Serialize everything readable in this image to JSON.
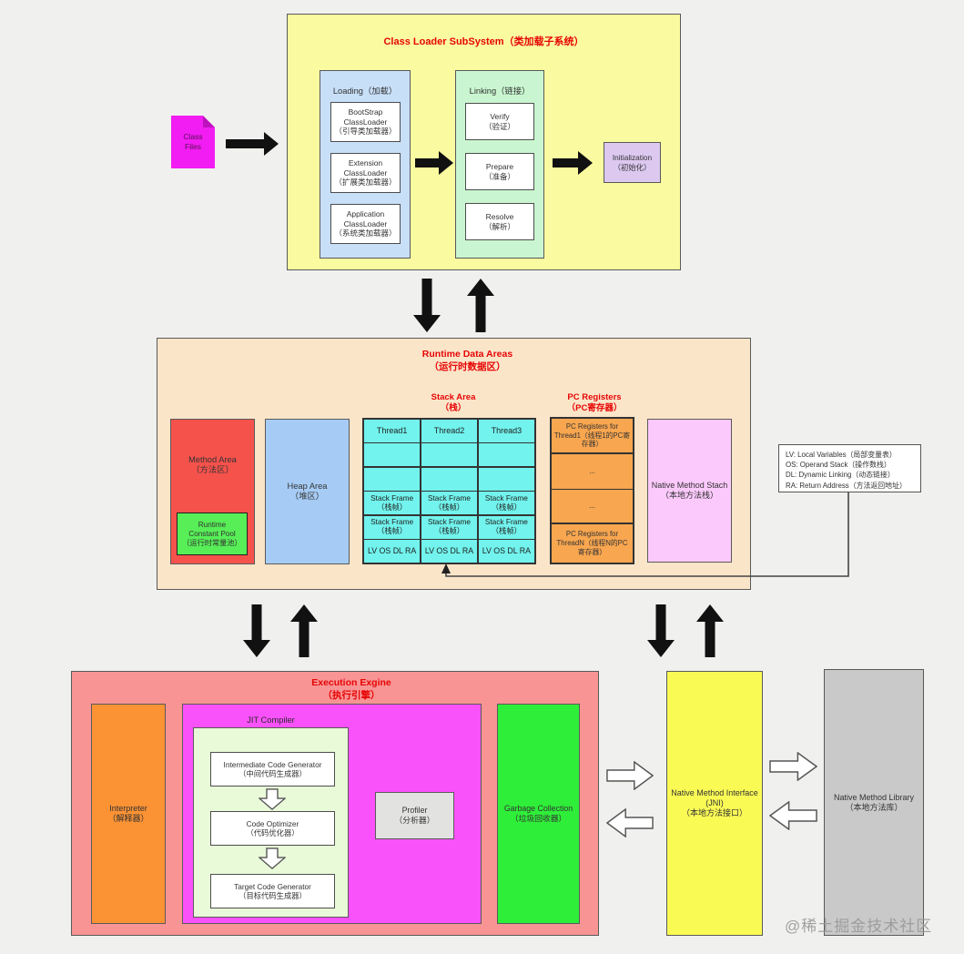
{
  "class_loader": {
    "title": "Class Loader SubSystem（类加载子系统）",
    "class_files_label": "Class Files",
    "loading": {
      "title": "Loading（加载）",
      "items": [
        {
          "l1": "BootStrap",
          "l2": "ClassLoader",
          "zh": "（引导类加载器）"
        },
        {
          "l1": "Extension",
          "l2": "ClassLoader",
          "zh": "（扩展类加载器）"
        },
        {
          "l1": "Application",
          "l2": "ClassLoader",
          "zh": "（系统类加载器）"
        }
      ]
    },
    "linking": {
      "title": "Linking（链接）",
      "items": [
        {
          "en": "Verify",
          "zh": "（验证）"
        },
        {
          "en": "Prepare",
          "zh": "（准备）"
        },
        {
          "en": "Resolve",
          "zh": "（解析）"
        }
      ]
    },
    "initialization": {
      "en": "Initialization",
      "zh": "（初始化）"
    }
  },
  "runtime": {
    "title_en": "Runtime Data Areas",
    "title_zh": "（运行时数据区）",
    "method_area": {
      "en": "Method Area",
      "zh": "（方法区）"
    },
    "runtime_constant_pool": {
      "l1": "Runtime",
      "l2": "Constant Pool",
      "zh": "（运行时常量池）"
    },
    "heap_area": {
      "en": "Heap Area",
      "zh": "（堆区）"
    },
    "stack_area": {
      "title_en": "Stack Area",
      "title_zh": "（栈）",
      "threads": [
        "Thread1",
        "Thread2",
        "Thread3"
      ],
      "stack_frame": {
        "en": "Stack Frame",
        "zh": "（栈帧）"
      },
      "registers_row": "LV OS DL RA"
    },
    "pc_registers": {
      "title_en": "PC Registers",
      "title_zh": "（PC寄存器）",
      "rows": [
        "PC Registers for Thread1（线程1的PC寄存器）",
        "...",
        "...",
        "PC Registers for ThreadN（线程N的PC寄存器）"
      ]
    },
    "native_method_stack": {
      "en": "Native Method Stach",
      "zh": "（本地方法栈）"
    },
    "legend": {
      "lines": [
        "LV:  Local Variables（局部变量表）",
        "OS:  Operand Stack（操作数栈）",
        "DL:  Dynamic Linking（动态链接）",
        "RA:  Return Address（方法返回地址）"
      ]
    }
  },
  "execution_engine": {
    "title_en": "Execution Exgine",
    "title_zh": "（执行引擎）",
    "interpreter": {
      "en": "Interpreter",
      "zh": "（解释器）"
    },
    "jit": {
      "title": "JIT Compiler",
      "items": [
        {
          "en": "Intermediate Code Generator",
          "zh": "（中间代码生成器）"
        },
        {
          "en": "Code Optimizer",
          "zh": "（代码优化器）"
        },
        {
          "en": "Target Code Generator",
          "zh": "（目标代码生成器）"
        }
      ],
      "profiler": {
        "en": "Profiler",
        "zh": "（分析器）"
      }
    },
    "garbage_collection": {
      "en": "Garbage Collection",
      "zh": "（垃圾回收器）"
    }
  },
  "native": {
    "interface": {
      "l1": "Native Method Interface",
      "l2": "(JNI)",
      "zh": "（本地方法接口）"
    },
    "library": {
      "en": "Native Method Library",
      "zh": "（本地方法库）"
    }
  },
  "watermark": "@稀土掘金技术社区",
  "colors": {
    "title_red": "#e60505",
    "class_loader_bg": "#fafaa0",
    "loading_bg": "#c8dff8",
    "linking_bg": "#c9f6d0",
    "initialization_bg": "#ddc8f0",
    "class_files_bg": "#f21df2",
    "runtime_bg": "#fbe5c9",
    "method_area_bg": "#f5524c",
    "constant_pool_bg": "#57ee57",
    "heap_bg": "#a6ccf5",
    "stack_bg": "#72f3ed",
    "pc_bg": "#f8a64f",
    "native_stack_bg": "#fbc9fb",
    "execution_bg": "#f89494",
    "interpreter_bg": "#fb9234",
    "jit_bg": "#fa52fa",
    "jit_inner_bg": "#e9fad9",
    "profiler_bg": "#e2e2e0",
    "gc_bg": "#2fee39",
    "jni_bg": "#fafa55",
    "library_bg": "#c9c9c9"
  }
}
